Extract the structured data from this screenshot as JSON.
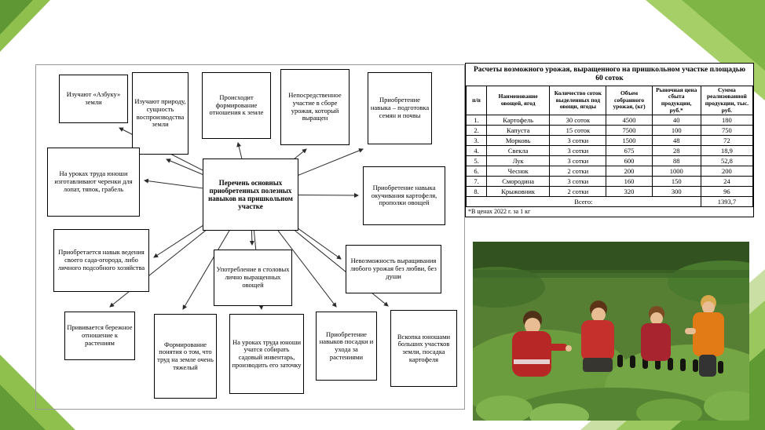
{
  "slide": {
    "colors": {
      "green_light": "#a6cf68",
      "green_mid": "#8fbf4d",
      "green_dark": "#5f9a33",
      "pale_green": "#cadfa4"
    }
  },
  "diagram": {
    "center_label": "Перечень основных приобретенных полезных навыков на пришкольном участке",
    "nodes": [
      "Изучают «Азбуку» земли",
      "Изучают природу, сущность воспроизводства земли",
      "Происходит формирование отношения к земле",
      "Непосредственное участие в сборе урожая, который выращен",
      "Приобретение навыка – подготовка семян и почвы",
      "На уроках труда юноши изготавливают черенки для лопат, тяпок, грабель",
      "Приобретается навык ведения своего сада-огорода, либо личного подсобного хозяйства",
      "Приобретение навыка окучивания картофеля, прополки овощей",
      "Невозможность выращивания любого урожая без любви, без души",
      "Употребление в столовых лично выращенных овощей",
      "Прививается бережное отношение к растениям",
      "Формирование понятия о том, что труд на земле очень тяжелый",
      "На уроках труда юноши учатся собирать садовый инвентарь, производить его заточку",
      "Приобретение навыков посадки и ухода за растениями",
      "Вскопка юношами больших участков земли, посадка картофеля"
    ]
  },
  "table": {
    "title": "Расчеты возможного урожая, выращенного на пришкольном участке площадью 60 соток",
    "headers": [
      "п/п",
      "Наименование овощей, ягод",
      "Количество соток выделенных под овощи, ягоды",
      "Объем собранного урожая, (кг)",
      "Рыночная цена сбыта продукции, руб.*",
      "Сумма реализованной продукции, тыс. руб."
    ],
    "rows": [
      [
        "1.",
        "Картофель",
        "30 соток",
        "4500",
        "40",
        "180"
      ],
      [
        "2.",
        "Капуста",
        "15 соток",
        "7500",
        "100",
        "750"
      ],
      [
        "3.",
        "Морковь",
        "3 сотки",
        "1500",
        "48",
        "72"
      ],
      [
        "4.",
        "Свекла",
        "3 сотки",
        "675",
        "28",
        "18,9"
      ],
      [
        "5.",
        "Лук",
        "3 сотки",
        "600",
        "88",
        "52,8"
      ],
      [
        "6.",
        "Чеснок",
        "2 сотки",
        "200",
        "1000",
        "200"
      ],
      [
        "7.",
        "Смородина",
        "3 сотки",
        "160",
        "150",
        "24"
      ],
      [
        "8.",
        "Крыжовник",
        "2 сотки",
        "320",
        "300",
        "96"
      ]
    ],
    "total_label": "Всего:",
    "total_value": "1393,7",
    "footnote": "*В ценах 2022 г. за 1 кг"
  }
}
